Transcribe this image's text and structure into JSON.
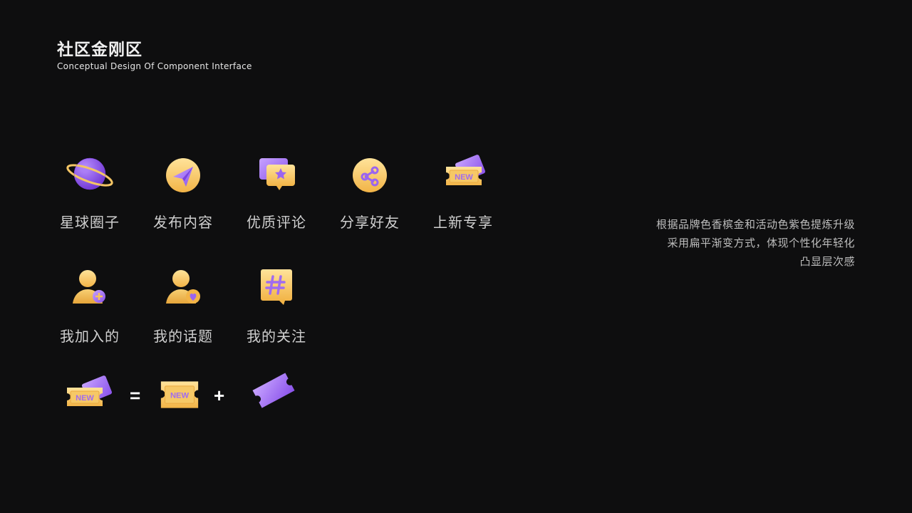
{
  "header": {
    "title": "社区金刚区",
    "subtitle": "Conceptual Design Of Component Interface"
  },
  "icons_row1": [
    {
      "label": "星球圈子",
      "icon": "planet-icon"
    },
    {
      "label": "发布内容",
      "icon": "paper-plane-icon"
    },
    {
      "label": "优质评论",
      "icon": "comment-star-icon"
    },
    {
      "label": "分享好友",
      "icon": "share-icon"
    },
    {
      "label": "上新专享",
      "icon": "new-ticket-icon"
    }
  ],
  "icons_row2": [
    {
      "label": "我加入的",
      "icon": "user-add-icon"
    },
    {
      "label": "我的话题",
      "icon": "user-heart-icon"
    },
    {
      "label": "我的关注",
      "icon": "hashtag-icon"
    }
  ],
  "equation": {
    "new_text": "NEW",
    "equals": "=",
    "plus": "+"
  },
  "description": {
    "lines": [
      "根据品牌色香槟金和活动色紫色提炼升级",
      "采用扁平渐变方式，体现个性化年轻化",
      "凸显层次感"
    ]
  },
  "colors": {
    "gold": "#f7c45a",
    "purple": "#9a64f0",
    "background": "#0e0e0f"
  }
}
